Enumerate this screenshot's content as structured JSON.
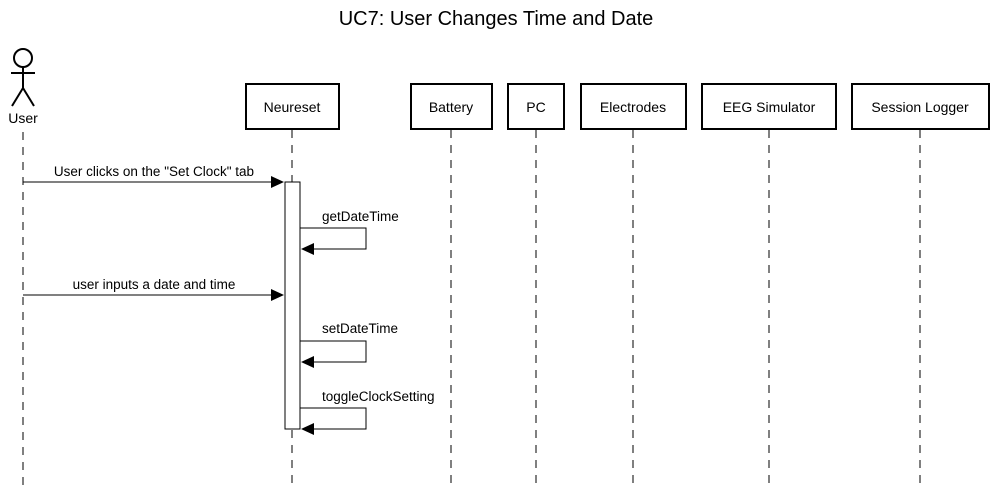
{
  "title": "UC7: User Changes Time and Date",
  "actor": {
    "name": "User"
  },
  "participants": [
    {
      "name": "Neureset"
    },
    {
      "name": "Battery"
    },
    {
      "name": "PC"
    },
    {
      "name": "Electrodes"
    },
    {
      "name": "EEG Simulator"
    },
    {
      "name": "Session Logger"
    }
  ],
  "messages": [
    {
      "label": "User clicks on the \"Set Clock\" tab",
      "from": "User",
      "to": "Neureset",
      "kind": "call"
    },
    {
      "label": "getDateTime",
      "from": "Neureset",
      "to": "Neureset",
      "kind": "self"
    },
    {
      "label": "user inputs a date and time",
      "from": "User",
      "to": "Neureset",
      "kind": "call"
    },
    {
      "label": "setDateTime",
      "from": "Neureset",
      "to": "Neureset",
      "kind": "self"
    },
    {
      "label": "toggleClockSetting",
      "from": "Neureset",
      "to": "Neureset",
      "kind": "self"
    }
  ]
}
